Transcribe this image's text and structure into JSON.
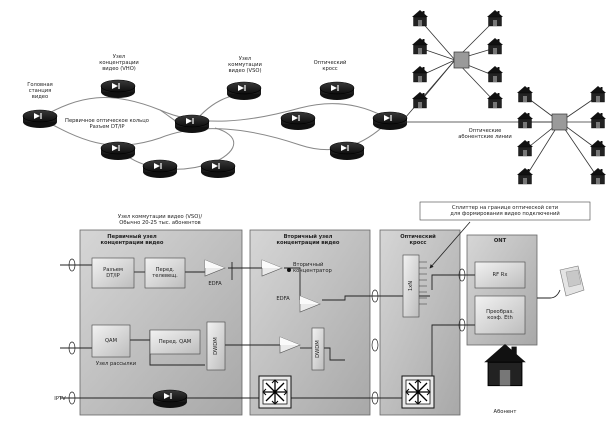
{
  "top": {
    "head_station": "Головная\nстанция\nвидео",
    "vho": "Узел\nконцентрации\nвидео (VHO)",
    "ring": "Первичное оптическое кольцо\nРазъем DT/IP",
    "vso": "Узел\nкоммутации\nвидео (VSO)",
    "optical_cross": "Оптический\nкросс",
    "subscriber_lines": "Оптические\nабонентские линии"
  },
  "bottom": {
    "vso_caption": "Узел коммутации видео (VSO)/\nОбычно 20-25 тыс. абонентов",
    "splitter_note": "Сплиттер на границе оптической сети\nдля формирования видео подключений",
    "primary_title": "Первичный узел\nконцентрации видео",
    "secondary_title": "Вторичный узел\nконцентрации видео",
    "optical_cross_title": "Оптический\nкросс",
    "ont_title": "ONT",
    "dtip": "Разъем\nDT/IP",
    "tv_tx": "Перед.\nтелевещ.",
    "edfa1": "EDFA",
    "secondary_concentrator": "Вторичный\nконцентратор",
    "edfa2": "EDFA",
    "qam": "QAM",
    "qam_tx": "Перед. QAM",
    "dwdm1": "DWDM",
    "dwdm2": "DWDM",
    "distribution": "Узел рассылки",
    "rfrx": "RF Rx",
    "converter": "Преобраз.\nкоэф. Eth",
    "spl": "1xN",
    "iptv": "IPTV",
    "subscriber": "Абонент"
  },
  "icons": {
    "router": "router-icon",
    "house": "house-icon",
    "switch": "switch-icon",
    "splitter": "splitter-icon",
    "phone": "phone-icon"
  }
}
